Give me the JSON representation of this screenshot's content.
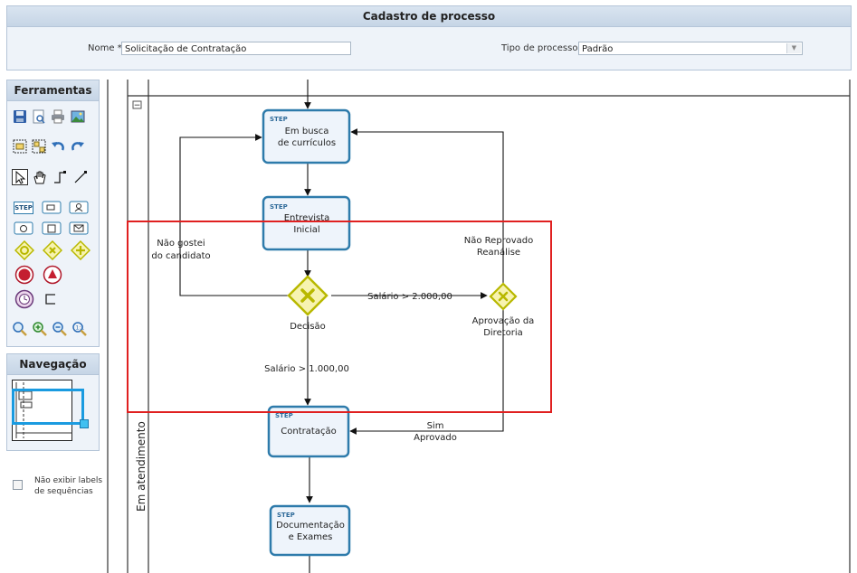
{
  "header": {
    "title": "Cadastro de processo",
    "name_label": "Nome *:",
    "name_value": "Solicitação de Contratação",
    "type_label": "Tipo de processo *:",
    "type_value": "Padrão"
  },
  "tools_panel": {
    "title": "Ferramentas",
    "step_button_label": "STEP"
  },
  "nav_panel": {
    "title": "Navegação"
  },
  "options": {
    "hide_labels_line1": "Não exibir labels",
    "hide_labels_line2": "de sequências"
  },
  "diagram": {
    "lane_label": "Em atendimento",
    "collapse_symbol": "−",
    "step_tag": "STEP",
    "steps": [
      {
        "line1": "Em busca",
        "line2": "de currículos"
      },
      {
        "line1": "Entrevista",
        "line2": "Inicial"
      },
      {
        "line1": "Contratação",
        "line2": ""
      },
      {
        "line1": "Documentação",
        "line2": "e Exames"
      }
    ],
    "gateways": [
      {
        "label1": "Decisão",
        "label2": ""
      },
      {
        "label1": "Aprovação da",
        "label2": "Diretoria"
      }
    ],
    "flow_labels": {
      "rejected_1": "Não gostei",
      "rejected_2": "do candidato",
      "salary_high": "Salário > 2.000,00",
      "salary_low": "Salário > 1.000,00",
      "not_approved_1": "Não Reprovado",
      "not_approved_2": "Reanálise",
      "approved_1": "Sim",
      "approved_2": "Aprovado"
    },
    "colors": {
      "step_border": "#2e7bab",
      "gateway": "#b8b800",
      "selection": "#e02020",
      "nav_viewport": "#1a9be0"
    }
  }
}
